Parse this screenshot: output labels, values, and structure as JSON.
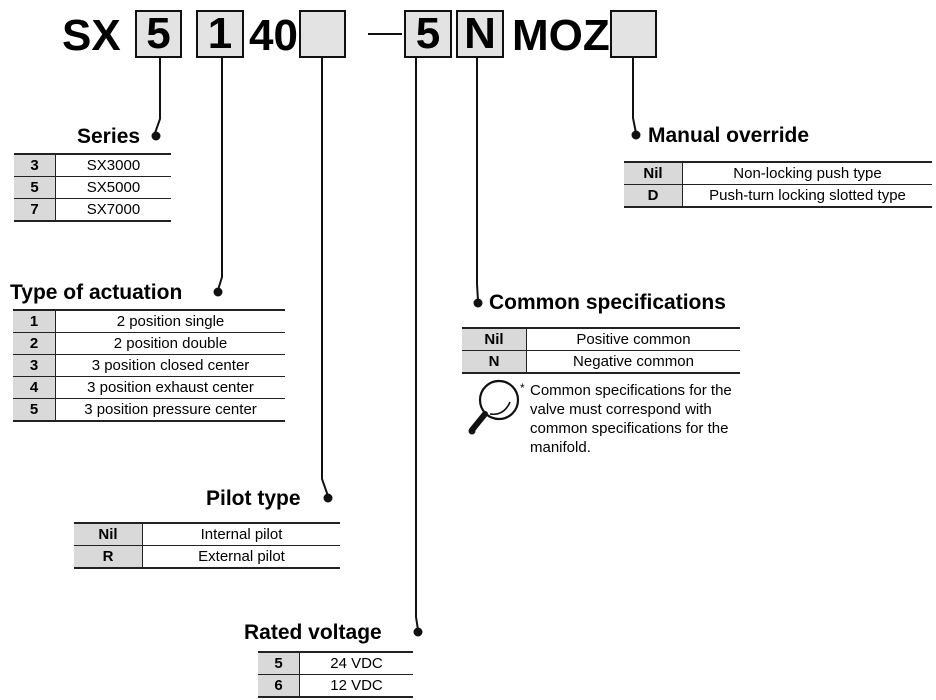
{
  "model_code": {
    "prefix": "SX",
    "series_box": "5",
    "actuation_box": "1",
    "middle": "40",
    "pilot_box": "",
    "dash": "–",
    "voltage_box": "5",
    "common_box": "N",
    "suffix": "MOZ",
    "override_box": ""
  },
  "series": {
    "title": "Series",
    "rows": [
      {
        "key": "3",
        "value": "SX3000"
      },
      {
        "key": "5",
        "value": "SX5000"
      },
      {
        "key": "7",
        "value": "SX7000"
      }
    ]
  },
  "actuation": {
    "title": "Type of actuation",
    "rows": [
      {
        "key": "1",
        "value": "2 position single"
      },
      {
        "key": "2",
        "value": "2 position double"
      },
      {
        "key": "3",
        "value": "3 position closed center"
      },
      {
        "key": "4",
        "value": "3 position exhaust center"
      },
      {
        "key": "5",
        "value": "3 position pressure center"
      }
    ]
  },
  "pilot": {
    "title": "Pilot type",
    "rows": [
      {
        "key": "Nil",
        "value": "Internal pilot"
      },
      {
        "key": "R",
        "value": "External pilot"
      }
    ]
  },
  "voltage": {
    "title": "Rated voltage",
    "rows": [
      {
        "key": "5",
        "value": "24 VDC"
      },
      {
        "key": "6",
        "value": "12 VDC"
      }
    ]
  },
  "common": {
    "title": "Common specifications",
    "rows": [
      {
        "key": "Nil",
        "value": "Positive common"
      },
      {
        "key": "N",
        "value": "Negative common"
      }
    ],
    "note_mark": "*",
    "note_icon": "magnifier-icon",
    "note": "Common specifications for the valve must correspond with common specifications for the manifold."
  },
  "override": {
    "title": "Manual override",
    "rows": [
      {
        "key": "Nil",
        "value": "Non-locking push type"
      },
      {
        "key": "D",
        "value": "Push-turn locking slotted type"
      }
    ]
  }
}
